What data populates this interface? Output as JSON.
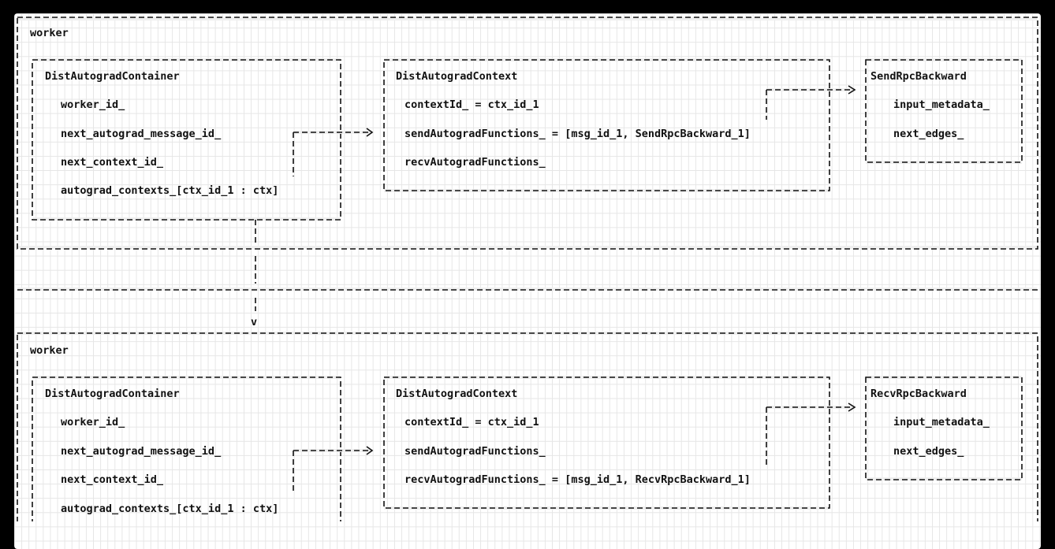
{
  "workers": [
    {
      "title": "worker",
      "container": {
        "title": "DistAutogradContainer",
        "fields": [
          "worker_id_",
          "next_autograd_message_id_",
          "next_context_id_",
          "autograd_contexts_[ctx_id_1 : ctx]"
        ]
      },
      "context": {
        "title": "DistAutogradContext",
        "fields": [
          "contextId_ = ctx_id_1",
          "sendAutogradFunctions_ = [msg_id_1, SendRpcBackward_1]",
          "recvAutogradFunctions_"
        ]
      },
      "function": {
        "title": "SendRpcBackward",
        "fields": [
          "input_metadata_",
          "next_edges_"
        ]
      }
    },
    {
      "title": "worker",
      "container": {
        "title": "DistAutogradContainer",
        "fields": [
          "worker_id_",
          "next_autograd_message_id_",
          "next_context_id_",
          "autograd_contexts_[ctx_id_1 : ctx]"
        ]
      },
      "context": {
        "title": "DistAutogradContext",
        "fields": [
          "contextId_ = ctx_id_1",
          "sendAutogradFunctions_",
          "recvAutogradFunctions_ = [msg_id_1, RecvRpcBackward_1]"
        ]
      },
      "function": {
        "title": "RecvRpcBackward",
        "fields": [
          "input_metadata_",
          "next_edges_"
        ]
      }
    }
  ],
  "connector": {
    "arrow_head": "v"
  }
}
